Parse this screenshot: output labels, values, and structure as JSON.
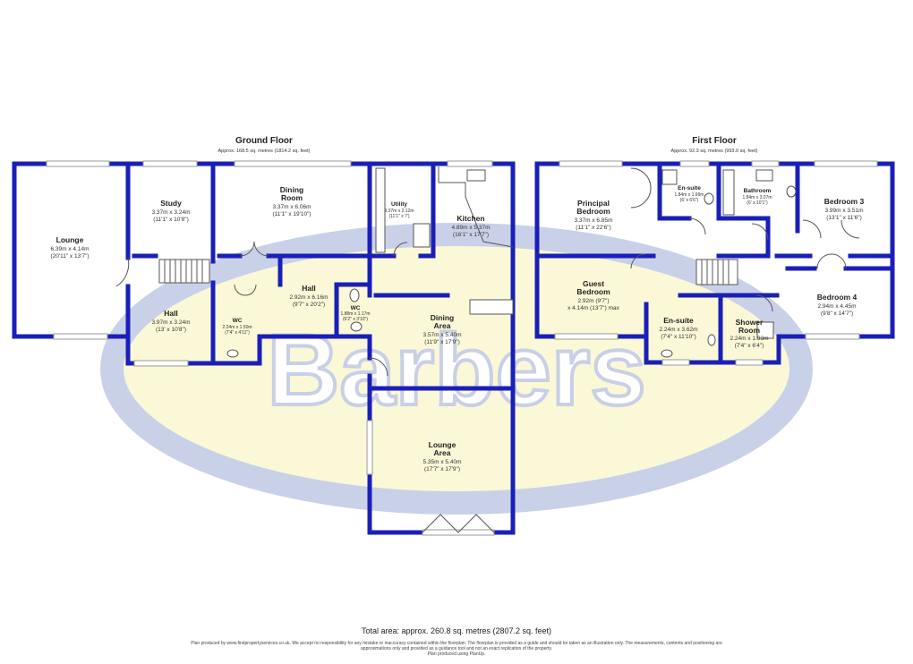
{
  "watermark": {
    "brand_text": "Barbers",
    "oval_fill": "#fbf8d7",
    "oval_stroke": "#c9d1e8",
    "text_color": "#c8cfe6"
  },
  "colors": {
    "wall": "#1a1fb8",
    "window": "#ffffff",
    "door_line": "#555555"
  },
  "ground_floor": {
    "title": "Ground Floor",
    "area": "Approx. 168.5 sq. metres (1814.2 sq. feet)",
    "rooms": [
      {
        "id": "lounge",
        "name": "Lounge",
        "metric": "6.39m x 4.14m",
        "imperial": "(20'11\" x 13'7\")"
      },
      {
        "id": "study",
        "name": "Study",
        "metric": "3.37m x 3.24m",
        "imperial": "(11'1\" x 10'8\")"
      },
      {
        "id": "dining_room",
        "name": "Dining",
        "name2": "Room",
        "metric": "3.37m x 6.06m",
        "imperial": "(11'1\" x 19'10\")"
      },
      {
        "id": "utility",
        "name": "Utility",
        "metric": "3.37m x 2.12m",
        "imperial": "(11'1\" x 7')"
      },
      {
        "id": "kitchen",
        "name": "Kitchen",
        "metric": "4.89m x 5.37m",
        "imperial": "(16'1\" x 17'7\")"
      },
      {
        "id": "hall_front",
        "name": "Hall",
        "metric": "3.97m x 3.24m",
        "imperial": "(13' x 10'8\")"
      },
      {
        "id": "hall_inner",
        "name": "Hall",
        "metric": "2.92m x 6.16m",
        "imperial": "(9'7\" x 20'2\")"
      },
      {
        "id": "wc1",
        "name": "WC",
        "metric": "2.24m x 1.50m",
        "imperial": "(7'4\" x 4'11\")"
      },
      {
        "id": "wc2",
        "name": "WC",
        "metric": "1.88m x 1.17m",
        "imperial": "(6'2\" x 3'10\")"
      },
      {
        "id": "dining_area",
        "name": "Dining",
        "name2": "Area",
        "metric": "3.57m x 5.40m",
        "imperial": "(11'9\" x 17'9\")"
      },
      {
        "id": "lounge_area",
        "name": "Lounge",
        "name2": "Area",
        "metric": "5.35m x 5.40m",
        "imperial": "(17'7\" x 17'9\")"
      }
    ]
  },
  "first_floor": {
    "title": "First Floor",
    "area": "Approx. 92.3 sq. metres (993.0 sq. feet)",
    "rooms": [
      {
        "id": "principal_bedroom",
        "name": "Principal",
        "name2": "Bedroom",
        "metric": "3.37m x 6.85m",
        "imperial": "(11'1\" x 22'6\")"
      },
      {
        "id": "ensuite_top",
        "name": "En-suite",
        "metric": "1.84m x 1.99m",
        "imperial": "(6' x 6'6\")"
      },
      {
        "id": "bathroom",
        "name": "Bathroom",
        "metric": "1.84m x 3.07m",
        "imperial": "(6' x 10'1\")"
      },
      {
        "id": "bedroom3",
        "name": "Bedroom 3",
        "metric": "3.99m x 3.51m",
        "imperial": "(13'1\" x 11'6\")"
      },
      {
        "id": "guest_bedroom",
        "name": "Guest",
        "name2": "Bedroom",
        "metric": "2.92m (9'7\")",
        "imperial": "x 4.14m (13'7\") max"
      },
      {
        "id": "ensuite_lower",
        "name": "En-suite",
        "metric": "2.24m x 3.62m",
        "imperial": "(7'4\" x 11'10\")"
      },
      {
        "id": "shower_room",
        "name": "Shower",
        "name2": "Room",
        "metric": "2.24m x 1.93m",
        "imperial": "(7'4\" x 6'4\")"
      },
      {
        "id": "bedroom4",
        "name": "Bedroom 4",
        "metric": "2.94m x 4.45m",
        "imperial": "(9'8\" x 14'7\")"
      }
    ]
  },
  "footer": {
    "total": "Total area: approx. 260.8 sq. metres (2807.2 sq. feet)",
    "disclaimer_1": "Plan produced by www.firstpropertyservices.co.uk. We accept no responsibility for any mistake or inaccuracy contained within the floorplan. The floorplan is provided as a guide and should be taken as an illustration only. The measurements, contents and positioning are",
    "disclaimer_2": "approximations only and provided as a guidance tool and not an exact replication of the property.",
    "disclaimer_3": "Plan produced using PlanUp."
  }
}
